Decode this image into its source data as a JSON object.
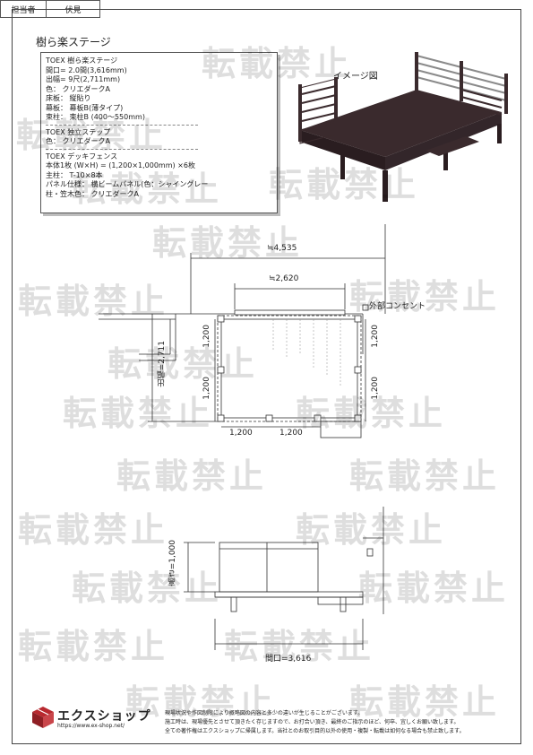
{
  "title": "樹ら楽ステージ",
  "spec": {
    "stage_header": "TOEX 樹ら楽ステージ",
    "frontage": "間口= 2.0間(3,616mm)",
    "depth": "出幅= 9尺(2,711mm)",
    "color": "色： クリエダークA",
    "floor": "床板： 縦貼り",
    "skirt": "幕板： 幕板B(薄タイプ)",
    "post": "束柱： 束柱B (400～550mm)",
    "step_header": "TOEX 独立ステップ",
    "step_color": "色： クリエダークA",
    "fence_header": "TOEX デッキフェンス",
    "fence_body": "本体1枚 (W×H) = (1,200×1,000mm) ×6枚",
    "fence_post": "主柱： T-10×8本",
    "fence_panel": "パネル仕様： 横ビームパネル(色：シャイングレー",
    "fence_color": "柱・笠木色： クリエダークA"
  },
  "image_label": "イメージ図",
  "watermark": "転載禁止",
  "plan": {
    "overall_width": "≒4,535",
    "fence_width": "≒2,620",
    "outlet": "外部コンセント",
    "depth_label": "出幅=2,711",
    "seg_1200": "1,200"
  },
  "elevation": {
    "height_label": "高さ=1,000",
    "frontage_label": "間口=3,616"
  },
  "footer": {
    "company": "エクスショップ",
    "url": "https://www.ex-shop.net/",
    "note1": "現場状況や作図制限により概略図の内容と多少の違いが生じることがございます。",
    "note2": "施工時は、現場優先とさせて頂きたく存じますので、お打合い頂き、最終のご指示のほど、何卒、宜しくお願い致します。",
    "note3": "全ての著作権はエクスショップに帰属します。当社とのお取引目的以外の使用・複製・転載は如何なる場合も禁止致します。",
    "staff_label": "担当者",
    "staff_name": "伏見"
  },
  "colors": {
    "deck": "#3a2a2d",
    "line": "#333333",
    "watermark": "#bbbbbb"
  }
}
